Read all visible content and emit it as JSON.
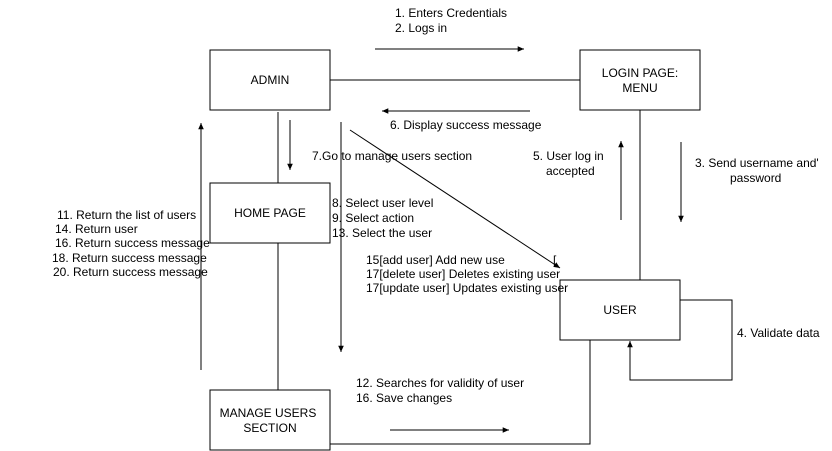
{
  "nodes": {
    "admin": {
      "label": [
        "ADMIN"
      ]
    },
    "login": {
      "label": [
        "LOGIN PAGE:",
        "MENU"
      ]
    },
    "home": {
      "label": [
        "HOME PAGE"
      ]
    },
    "user": {
      "label": [
        "USER"
      ]
    },
    "manage": {
      "label": [
        "MANAGE USERS",
        "SECTION"
      ]
    }
  },
  "messages": {
    "m1": "1. Enters Credentials",
    "m2": "2. Logs in",
    "m3a": "3. Send username and'",
    "m3b": "password",
    "m4": "4. Validate data",
    "m5a": "5. User log in",
    "m5b": "accepted",
    "m6": "6. Display success message",
    "m7": "7.Go to manage users section",
    "m8": "8. Select user level",
    "m9": "9. Select action",
    "m13": "13. Select the user",
    "m15": "15[add user] Add new use",
    "m17a": "17[delete user] Deletes existing user",
    "m17b": "17[update user] Updates existing user",
    "m11": "11. Return the list of users",
    "m14": "14. Return user",
    "m16r": "16. Return success message",
    "m18": "18.  Return success message",
    "m20": "20. Return success message",
    "m12": "12. Searches for validity of user",
    "m16s": "16. Save changes",
    "bracket": "["
  }
}
